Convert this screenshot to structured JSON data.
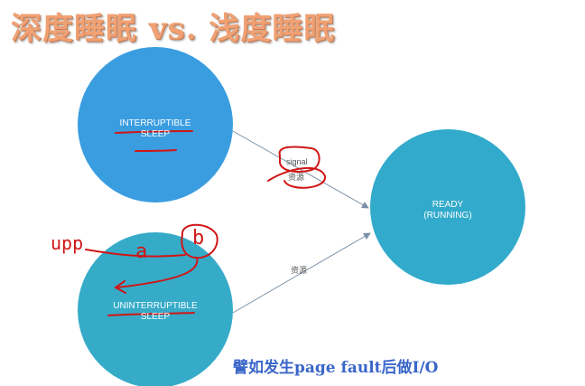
{
  "title": "深度睡眠 vs. 浅度睡眠",
  "states": {
    "interruptible": {
      "line1": "INTERRUPTIBLE",
      "line2": "SLEEP"
    },
    "uninterruptible": {
      "line1": "UNINTERRUPTIBLE",
      "line2": "SLEEP"
    },
    "ready": {
      "line1": "READY",
      "line2": "(RUNNING)"
    }
  },
  "edges": {
    "interruptible_signal": "signal",
    "interruptible_resource": "资源",
    "uninterruptible_resource": "资源"
  },
  "caption": "譬如发生page fault后做I/O",
  "annotations": {
    "word": "upp",
    "letter_a": "a",
    "letter_b": "b"
  },
  "colors": {
    "title": "#f0a173",
    "interruptible_node": "#3a9de0",
    "uninterruptible_node": "#35abc8",
    "ready_node": "#32aacb",
    "caption": "#3a66c9",
    "annotation": "#d01616"
  }
}
